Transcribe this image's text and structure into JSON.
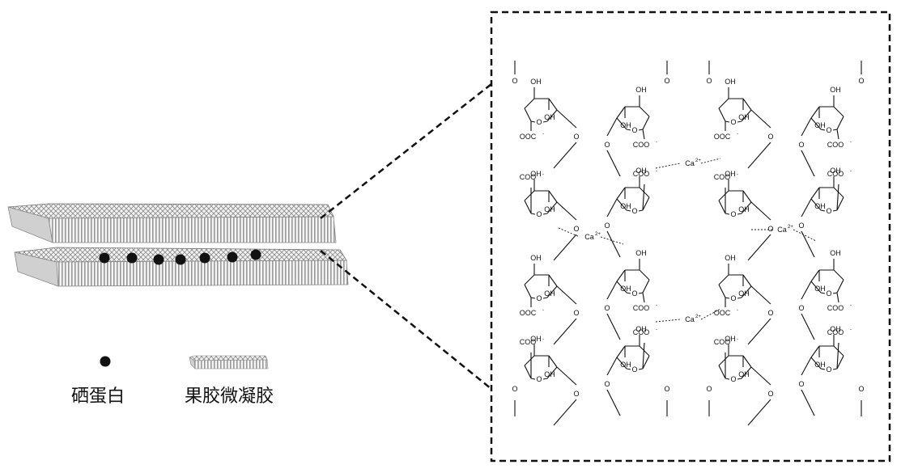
{
  "legend": {
    "dot_label": "硒蛋白",
    "slab_label": "果胶微凝胶"
  },
  "chem": {
    "oh": "OH",
    "o": "O",
    "coo": "COO",
    "ooc": "OOC",
    "ca": "Ca",
    "ca_charge": "2+",
    "neg": "-"
  },
  "protein_dot_count": 7,
  "colors": {
    "ink": "#111111",
    "slab_top": "#e8e8e8",
    "slab_side": "#c8c8c8"
  }
}
